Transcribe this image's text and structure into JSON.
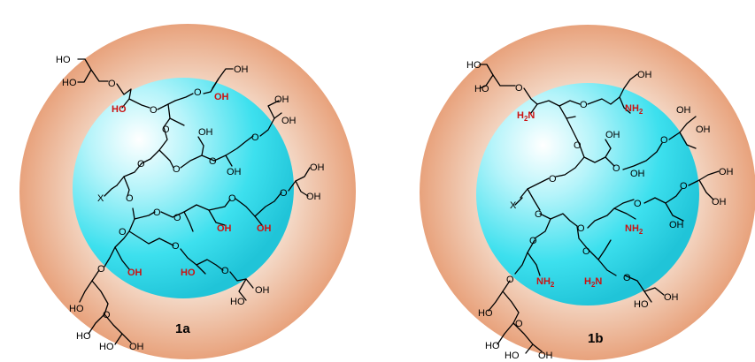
{
  "molecule_a": {
    "label": "1a"
  },
  "molecule_b": {
    "label": "1b"
  },
  "atoms": {
    "hydroxyl": "HO",
    "hydroxyl_right": "OH",
    "oxygen": "O",
    "amine": "NH",
    "amine_left": "H",
    "amine_left_rest": "N",
    "subscript_2": "2",
    "substituent": "X"
  },
  "colors": {
    "shell_outer": "#f6e4d6",
    "shell_inner": "#e8a27c",
    "core_highlight": "#ffffff",
    "core": "#3de0ee",
    "bond": "#000000",
    "highlight_group": "#cc1111"
  }
}
